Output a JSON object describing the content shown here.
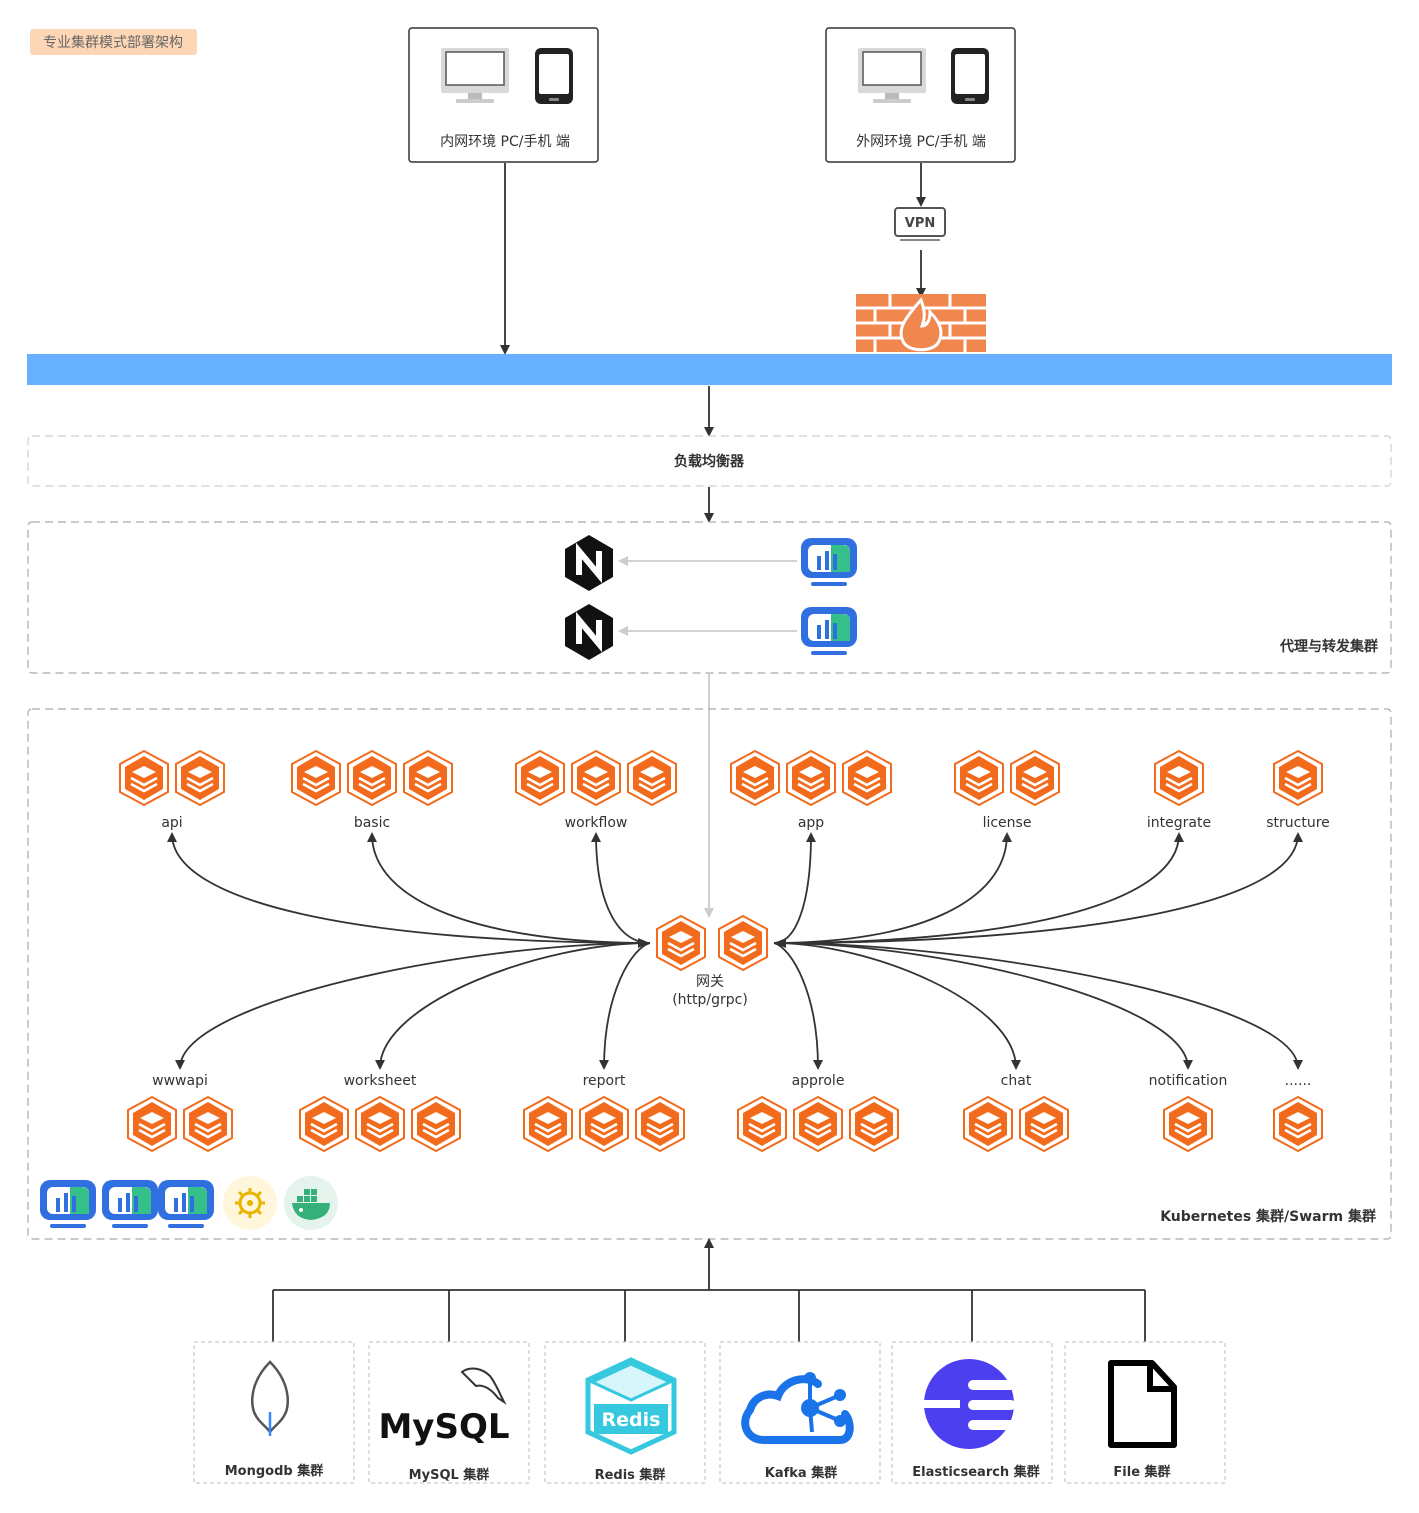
{
  "title": "专业集群模式部署架构",
  "clients": {
    "internal_label": "内网环境 PC/手机 端",
    "external_label": "外网环境 PC/手机 端",
    "vpn_label": "VPN"
  },
  "load_balancer_label": "负载均衡器",
  "proxy_cluster_label": "代理与转发集群",
  "k8s_cluster_label": "Kubernetes 集群/Swarm 集群",
  "gateway": {
    "line1": "网关",
    "line2": "(http/grpc)"
  },
  "top_services": [
    {
      "name": "api",
      "count": 2
    },
    {
      "name": "basic",
      "count": 3
    },
    {
      "name": "workflow",
      "count": 3
    },
    {
      "name": "app",
      "count": 3
    },
    {
      "name": "license",
      "count": 2
    },
    {
      "name": "integrate",
      "count": 1
    },
    {
      "name": "structure",
      "count": 1
    }
  ],
  "bottom_services": [
    {
      "name": "wwwapi",
      "count": 2
    },
    {
      "name": "worksheet",
      "count": 3
    },
    {
      "name": "report",
      "count": 3
    },
    {
      "name": "approle",
      "count": 3
    },
    {
      "name": "chat",
      "count": 2
    },
    {
      "name": "notification",
      "count": 1
    },
    {
      "name": "......",
      "count": 1
    }
  ],
  "storage": [
    {
      "name": "Mongodb 集群",
      "icon": "mongodb-icon"
    },
    {
      "name": "MySQL 集群",
      "icon": "mysql-icon",
      "logo_text": "MySQL"
    },
    {
      "name": "Redis 集群",
      "icon": "redis-icon",
      "logo_text": "Redis"
    },
    {
      "name": "Kafka 集群",
      "icon": "kafka-icon"
    },
    {
      "name": "Elasticsearch 集群",
      "icon": "elasticsearch-icon"
    },
    {
      "name": "File 集群",
      "icon": "file-icon"
    }
  ],
  "colors": {
    "network_bar": "#66b0ff",
    "service_orange": "#f26b1d",
    "title_badge": "#fdd7b5",
    "monitor_blue": "#2f6fe0",
    "monitor_green": "#35c08a",
    "firewall": "#f0874f"
  }
}
